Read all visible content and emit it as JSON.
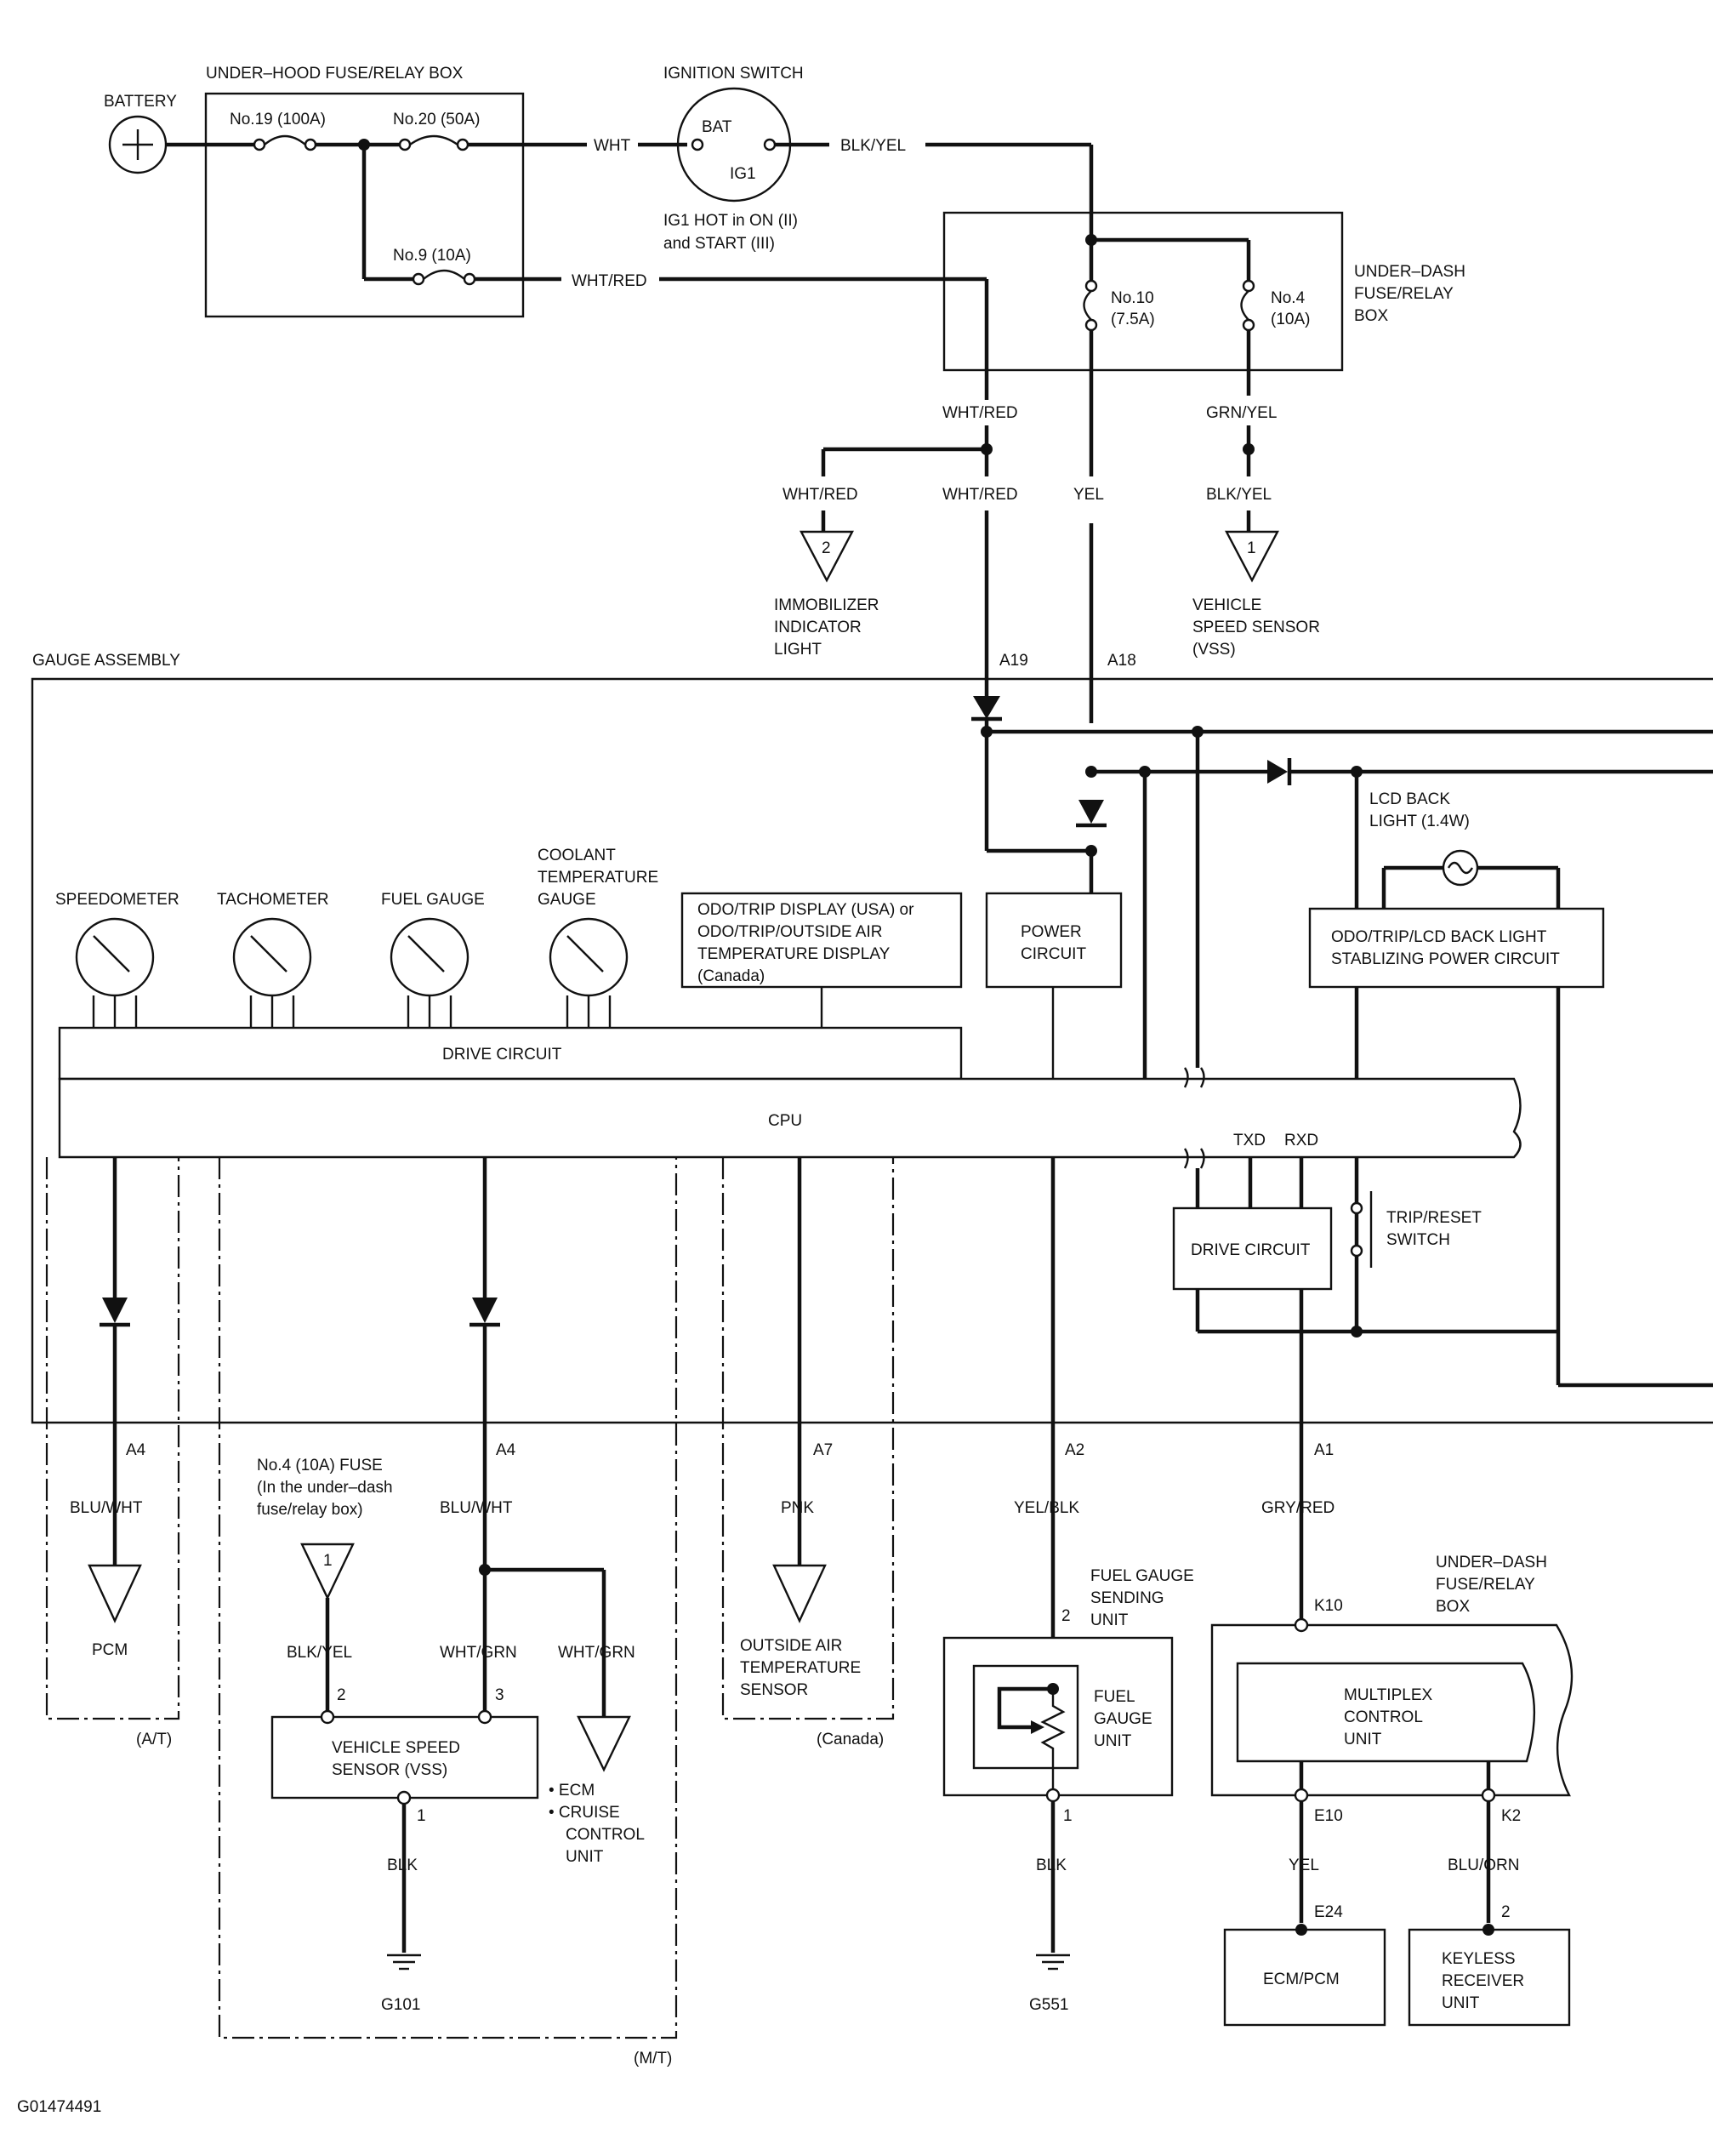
{
  "labels": {
    "battery": "BATTERY",
    "under_hood_box": "UNDER–HOOD FUSE/RELAY BOX",
    "fuse19": "No.19 (100A)",
    "fuse20": "No.20 (50A)",
    "fuse9": "No.9 (10A)",
    "ignition_switch": "IGNITION SWITCH",
    "bat": "BAT",
    "ig1": "IG1",
    "ig1_note_1": "IG1 HOT in ON (II)",
    "ig1_note_2": "and START (III)",
    "wht": "WHT",
    "blk_yel": "BLK/YEL",
    "wht_red": "WHT/RED",
    "under_dash_1": "UNDER–DASH",
    "under_dash_2": "FUSE/RELAY",
    "under_dash_3": "BOX",
    "fuse10_a": "No.10",
    "fuse10_b": "(7.5A)",
    "fuse4_a": "No.4",
    "fuse4_b": "(10A)",
    "grn_yel": "GRN/YEL",
    "yel": "YEL",
    "conn_2": "2",
    "conn_1": "1",
    "immobilizer_1": "IMMOBILIZER",
    "immobilizer_2": "INDICATOR",
    "immobilizer_3": "LIGHT",
    "vss_label_1": "VEHICLE",
    "vss_label_2": "SPEED SENSOR",
    "vss_label_3": "(VSS)",
    "gauge_assembly": "GAUGE ASSEMBLY",
    "a19": "A19",
    "a18": "A18",
    "lcd_back_light_1": "LCD BACK",
    "lcd_back_light_2": "LIGHT (1.4W)",
    "speedometer": "SPEEDOMETER",
    "tachometer": "TACHOMETER",
    "fuel_gauge": "FUEL GAUGE",
    "coolant_1": "COOLANT",
    "coolant_2": "TEMPERATURE",
    "coolant_3": "GAUGE",
    "odo_1": "ODO/TRIP DISPLAY (USA) or",
    "odo_2": "ODO/TRIP/OUTSIDE AIR",
    "odo_3": "TEMPERATURE DISPLAY",
    "odo_4": "(Canada)",
    "power_circuit_1": "POWER",
    "power_circuit_2": "CIRCUIT",
    "odo_lcd_1": "ODO/TRIP/LCD BACK LIGHT",
    "odo_lcd_2": "STABLIZING POWER CIRCUIT",
    "drive_circuit": "DRIVE CIRCUIT",
    "cpu": "CPU",
    "txd": "TXD",
    "rxd": "RXD",
    "trip_reset_1": "TRIP/RESET",
    "trip_reset_2": "SWITCH",
    "drive_circuit_2": "DRIVE CIRCUIT",
    "a4": "A4",
    "a7": "A7",
    "a2": "A2",
    "a1": "A1",
    "blu_wht": "BLU/WHT",
    "pnk": "PNK",
    "yel_blk": "YEL/BLK",
    "gry_red": "GRY/RED",
    "pcm": "PCM",
    "at": "(A/T)",
    "fuse4_note_1": "No.4 (10A) FUSE",
    "fuse4_note_2": "(In the under–dash",
    "fuse4_note_3": "fuse/relay box)",
    "wht_grn": "WHT/GRN",
    "pin_2": "2",
    "pin_3": "3",
    "pin_1": "1",
    "vss_box_1": "VEHICLE SPEED",
    "vss_box_2": "SENSOR (VSS)",
    "ecm_1": "• ECM",
    "ecm_2": "• CRUISE",
    "ecm_3": "CONTROL",
    "ecm_4": "UNIT",
    "blk": "BLK",
    "g101": "G101",
    "mt": "(M/T)",
    "oat_1": "OUTSIDE AIR",
    "oat_2": "TEMPERATURE",
    "oat_3": "SENSOR",
    "canada": "(Canada)",
    "fgsu_1": "FUEL GAUGE",
    "fgsu_2": "SENDING",
    "fgsu_3": "UNIT",
    "fgu_1": "FUEL",
    "fgu_2": "GAUGE",
    "fgu_3": "UNIT",
    "g551": "G551",
    "k10": "K10",
    "mcu_1": "MULTIPLEX",
    "mcu_2": "CONTROL",
    "mcu_3": "UNIT",
    "e10": "E10",
    "k2": "K2",
    "blu_orn": "BLU/ORN",
    "e24": "E24",
    "ecm_pcm": "ECM/PCM",
    "keyless_1": "KEYLESS",
    "keyless_2": "RECEIVER",
    "keyless_3": "UNIT",
    "figure_id": "G01474491"
  }
}
